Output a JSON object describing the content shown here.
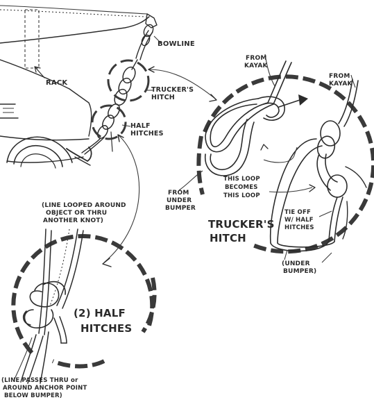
{
  "labels": {
    "bowline": "BOWLINE",
    "rack": "RACK",
    "truckers_hitch_small_1": "TRUCKER'S",
    "truckers_hitch_small_2": "HITCH",
    "half_hitches_small_1": "HALF",
    "half_hitches_small_2": "HITCHES",
    "from_kayak_left_1": "FROM",
    "from_kayak_left_2": "KAYAK",
    "from_kayak_right_1": "FROM",
    "from_kayak_right_2": "KAYAK",
    "this_loop_1": "THIS LOOP",
    "this_loop_2": "BECOMES",
    "this_loop_3": "THIS LOOP",
    "from_under_bumper_1": "FROM",
    "from_under_bumper_2": "UNDER",
    "from_under_bumper_3": "BUMPER",
    "tie_off_1": "TIE OFF",
    "tie_off_2": "W/ HALF",
    "tie_off_3": "HITCHES",
    "truckers_hitch_big_1": "TRUCKER'S",
    "truckers_hitch_big_2": "HITCH",
    "under_bumper_1": "(UNDER",
    "under_bumper_2": "BUMPER)",
    "line_looped_1": "(LINE LOOPED AROUND",
    "line_looped_2": "OBJECT OR THRU",
    "line_looped_3": "ANOTHER KNOT)",
    "two_half_hitches_1": "(2) HALF",
    "two_half_hitches_2": "HITCHES",
    "line_passes_1": "(LINE PASSES THRU or",
    "line_passes_2": "AROUND ANCHOR POINT",
    "line_passes_3": "BELOW BUMPER)"
  },
  "colors": {
    "ink": "#2b2b2b",
    "paper": "#ffffff"
  }
}
